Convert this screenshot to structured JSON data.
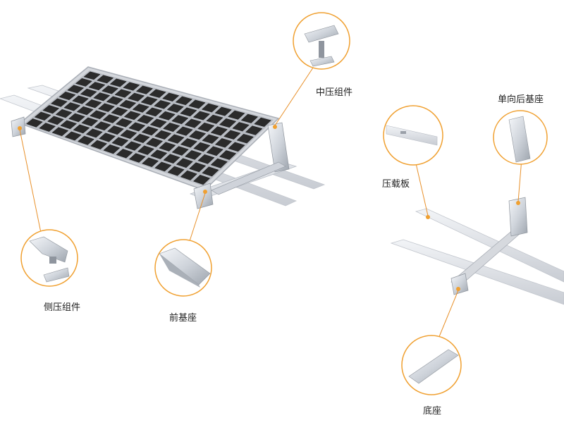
{
  "labels": {
    "mid_clamp": "中压组件",
    "rear_base": "单向后基座",
    "ballast_plate": "压载板",
    "side_clamp": "侧压组件",
    "front_base": "前基座",
    "base": "底座"
  },
  "colors": {
    "accent": "#f0a030",
    "leader": "#e8902a",
    "panel_cell": "#2b2b2b",
    "panel_frame": "#c9ccd1",
    "rail": "#e4e7ec"
  }
}
